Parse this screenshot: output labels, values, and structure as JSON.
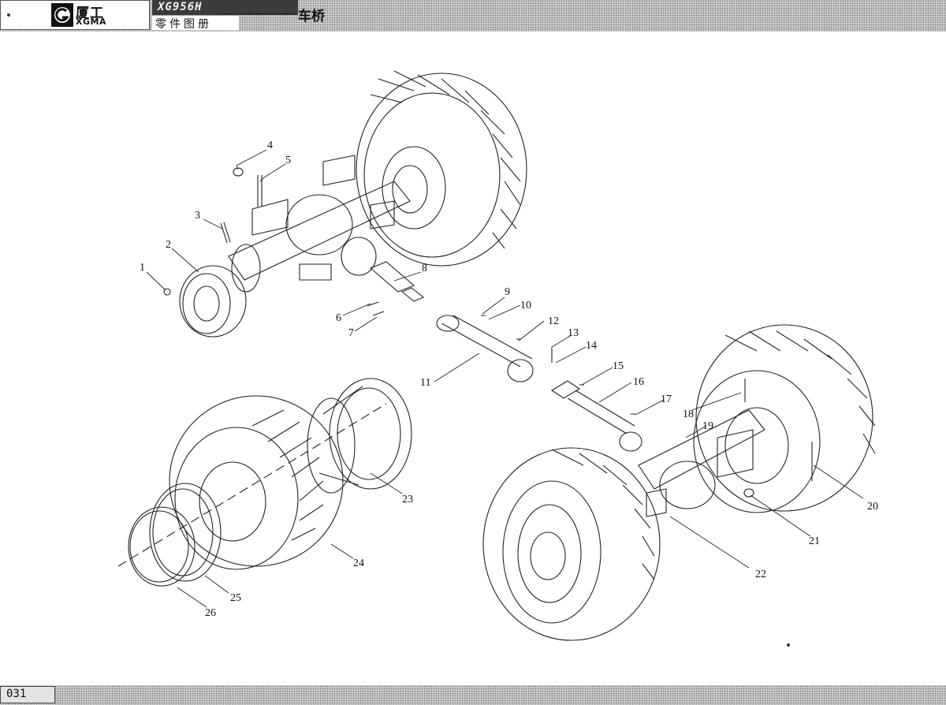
{
  "header": {
    "logo_cn": "厦工",
    "logo_en": "XGMA",
    "model": "XG956H",
    "section_title": "车桥",
    "subtitle": "零件图册"
  },
  "footer": {
    "page_number": "031"
  },
  "callouts": [
    "1",
    "2",
    "3",
    "4",
    "5",
    "6",
    "7",
    "8",
    "9",
    "10",
    "11",
    "12",
    "13",
    "14",
    "15",
    "16",
    "17",
    "18",
    "19",
    "20",
    "21",
    "22",
    "23",
    "24",
    "25",
    "26"
  ]
}
